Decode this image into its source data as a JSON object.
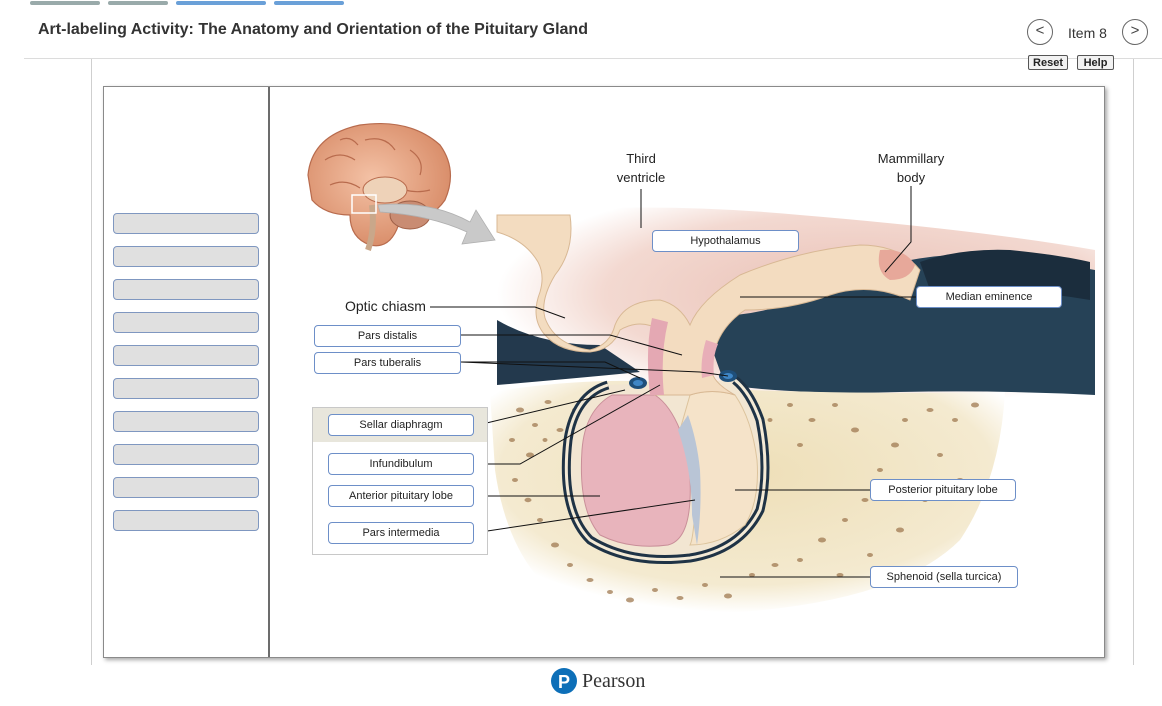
{
  "header": {
    "title": "Art-labeling Activity: The Anatomy and Orientation of the Pituitary Gland",
    "item_label": "Item 8",
    "prev_glyph": "<",
    "next_glyph": ">"
  },
  "toolbar": {
    "reset_label": "Reset",
    "help_label": "Help"
  },
  "label_bank": {
    "target_count": 10
  },
  "figure": {
    "fixed_labels": {
      "third_ventricle_line1": "Third",
      "third_ventricle_line2": "ventricle",
      "mammillary_line1": "Mammillary",
      "mammillary_line2": "body",
      "optic_chiasm": "Optic chiasm"
    },
    "draggable_labels": {
      "hypothalamus": "Hypothalamus",
      "median_eminence": "Median eminence",
      "pars_distalis": "Pars distalis",
      "pars_tuberalis": "Pars tuberalis",
      "sellar_diaphragm": "Sellar diaphragm",
      "infundibulum": "Infundibulum",
      "anterior_pituitary_lobe": "Anterior pituitary lobe",
      "pars_intermedia": "Pars intermedia",
      "posterior_pituitary_lobe": "Posterior pituitary lobe",
      "sphenoid": "Sphenoid (sella turcica)"
    }
  },
  "footer": {
    "brand": "Pearson",
    "brand_mark": "P"
  },
  "colors": {
    "label_border": "#6d8fc8",
    "bank_fill": "#e0e0e0",
    "brand_blue": "#0d6fb8"
  }
}
